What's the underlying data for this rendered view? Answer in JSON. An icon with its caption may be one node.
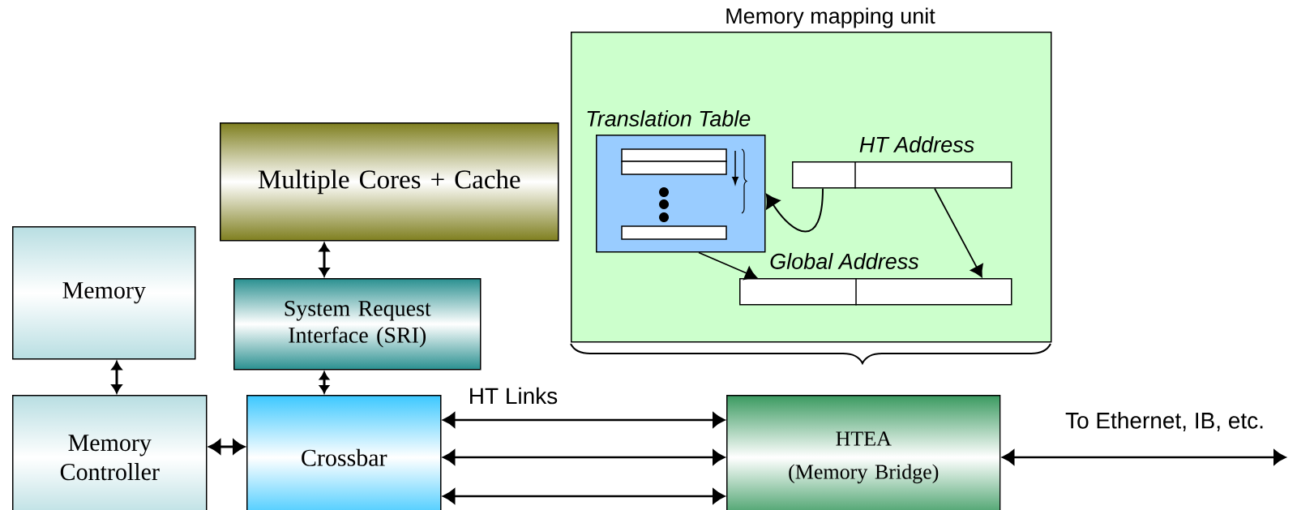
{
  "diagram": {
    "nodes": [
      {
        "text": [
          "Memory"
        ]
      },
      {
        "text": [
          "Memory Controller"
        ]
      },
      {
        "text": [
          "Multiple Cores + Cache"
        ]
      },
      {
        "text": [
          "System Request Interface (SRI)"
        ]
      },
      {
        "text": [
          "Crossbar"
        ]
      },
      {
        "text": [
          "Memory mapping unit"
        ]
      },
      {
        "text": [
          "Translation Table"
        ],
        "in": 5
      },
      {
        "text": [
          "HT Address"
        ],
        "in": 5
      },
      {
        "text": [
          "Global Address"
        ],
        "in": 5
      },
      {
        "text": [
          "HTEA",
          "(Memory Bridge)"
        ]
      }
    ],
    "edges": [
      {
        "from": 0,
        "to": 1,
        "arrow": "both"
      },
      {
        "from": 2,
        "to": 3,
        "arrow": "both"
      },
      {
        "from": 3,
        "to": 4,
        "arrow": "both"
      },
      {
        "from": 1,
        "to": 4,
        "arrow": "both"
      },
      {
        "from": 4,
        "to": 9,
        "arrow": "both",
        "label": "HT Links"
      },
      {
        "from": 4,
        "to": 9,
        "arrow": "both"
      },
      {
        "from": 4,
        "to": 9,
        "arrow": "both"
      },
      {
        "from": 9,
        "to": null,
        "arrow": "both",
        "label": "To Ethernet, IB, etc."
      },
      {
        "from": 7,
        "to": 6,
        "arrow": "to"
      },
      {
        "from": 6,
        "to": 8,
        "arrow": "to"
      },
      {
        "from": 7,
        "to": 8,
        "arrow": "to"
      }
    ]
  }
}
